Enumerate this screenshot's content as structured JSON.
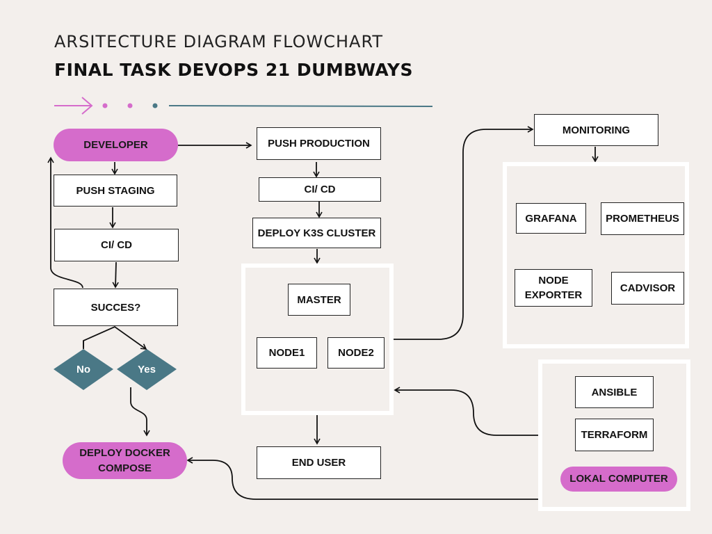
{
  "header": {
    "subtitle": "ARSITECTURE DIAGRAM FLOWCHART",
    "title": "FINAL TASK DEVOPS 21 DUMBWAYS"
  },
  "nodes": {
    "developer": "DEVELOPER",
    "push_staging": "PUSH STAGING",
    "ci_cd_staging": "CI/ CD",
    "success": "SUCCES?",
    "no": "No",
    "yes": "Yes",
    "deploy_docker_compose": "DEPLOY DOCKER COMPOSE",
    "push_production": "PUSH PRODUCTION",
    "ci_cd_production": "CI/ CD",
    "deploy_k3s": "DEPLOY K3S CLUSTER",
    "master": "MASTER",
    "node1": "NODE1",
    "node2": "NODE2",
    "end_user": "END USER",
    "monitoring": "MONITORING",
    "grafana": "GRAFANA",
    "prometheus": "PROMETHEUS",
    "node_exporter": "NODE EXPORTER",
    "cadvisor": "CADVISOR",
    "ansible": "ANSIBLE",
    "terraform": "TERRAFORM",
    "lokal_computer": "LOKAL COMPUTER"
  },
  "colors": {
    "background": "#f3efec",
    "pill": "#d56ccb",
    "diamond": "#4a7886",
    "decor_arrow": "#d56ccb",
    "decor_line": "#4a7886"
  }
}
